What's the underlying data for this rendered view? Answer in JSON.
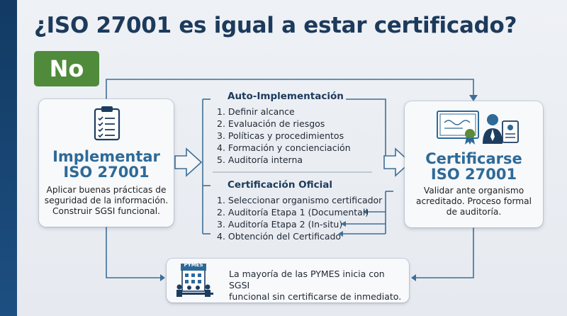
{
  "title": "¿ISO 27001 es igual a estar certificado?",
  "answer": "No",
  "implement": {
    "title_line1": "Implementar",
    "title_line2": "ISO 27001",
    "desc_line1": "Aplicar buenas prácticas de",
    "desc_line2": "seguridad de la información.",
    "desc_line3": "Construir SGSI funcional."
  },
  "certify": {
    "title_line1": "Certificarse",
    "title_line2": "ISO 27001",
    "desc_line1": "Validar ante organismo",
    "desc_line2": "acreditado. Proceso formal",
    "desc_line3": "de auditoría."
  },
  "auto": {
    "title": "Auto-Implementación",
    "steps": [
      "1. Definir alcance",
      "2. Evaluación de riesgos",
      "3. Políticas y procedimientos",
      "4. Formación y concienciación",
      "5. Auditoría interna"
    ]
  },
  "official": {
    "title": "Certificación Oficial",
    "steps": [
      "1. Seleccionar organismo certificador",
      "2. Auditoría Etapa 1 (Documental)",
      "3. Auditoría Etapa 2 (In-situ)",
      "4. Obtención del Certificado"
    ]
  },
  "note": {
    "building_label": "PYMES",
    "line1": "La mayoría de las PYMES inicia con SGSI",
    "line2": "funcional sin certificarse de inmediato."
  },
  "colors": {
    "title": "#1c3a5c",
    "answer_badge": "#4f8b3a",
    "accent_blue": "#2d6a98",
    "arrow": "#3f6e96",
    "stripe": "#123a63"
  }
}
